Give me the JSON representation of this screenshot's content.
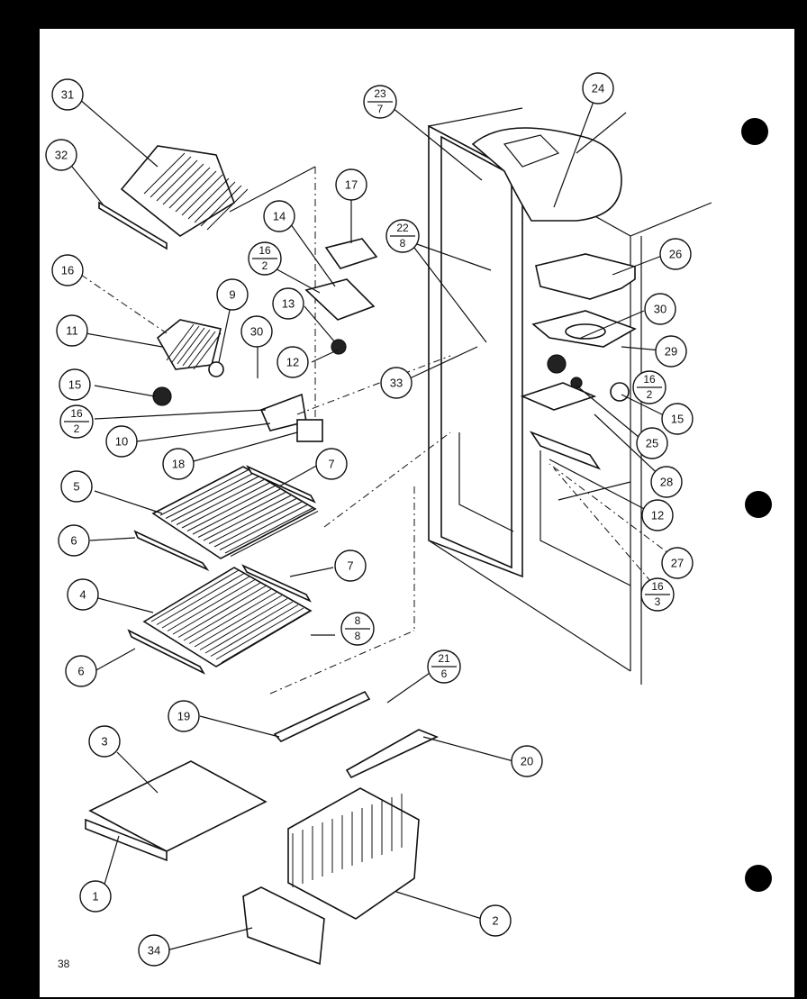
{
  "page_number": "38",
  "callouts": [
    {
      "id": "c31",
      "label": "31"
    },
    {
      "id": "c32",
      "label": "32"
    },
    {
      "id": "c16a",
      "label": "16"
    },
    {
      "id": "c11",
      "label": "11"
    },
    {
      "id": "c9",
      "label": "9"
    },
    {
      "id": "c30a",
      "label": "30"
    },
    {
      "id": "c15a",
      "label": "15"
    },
    {
      "id": "c10",
      "label": "10"
    },
    {
      "id": "c18",
      "label": "18"
    },
    {
      "id": "c17",
      "label": "17"
    },
    {
      "id": "c14",
      "label": "14"
    },
    {
      "id": "c13",
      "label": "13"
    },
    {
      "id": "c12a",
      "label": "12"
    },
    {
      "id": "c33",
      "label": "33"
    },
    {
      "id": "c24",
      "label": "24"
    },
    {
      "id": "c26",
      "label": "26"
    },
    {
      "id": "c30b",
      "label": "30"
    },
    {
      "id": "c29",
      "label": "29"
    },
    {
      "id": "c15b",
      "label": "15"
    },
    {
      "id": "c25",
      "label": "25"
    },
    {
      "id": "c28",
      "label": "28"
    },
    {
      "id": "c12b",
      "label": "12"
    },
    {
      "id": "c27",
      "label": "27"
    },
    {
      "id": "c5",
      "label": "5"
    },
    {
      "id": "c7a",
      "label": "7"
    },
    {
      "id": "c6a",
      "label": "6"
    },
    {
      "id": "c4",
      "label": "4"
    },
    {
      "id": "c7b",
      "label": "7"
    },
    {
      "id": "c6b",
      "label": "6"
    },
    {
      "id": "c19",
      "label": "19"
    },
    {
      "id": "c20",
      "label": "20"
    },
    {
      "id": "c3",
      "label": "3"
    },
    {
      "id": "c1",
      "label": "1"
    },
    {
      "id": "c2",
      "label": "2"
    },
    {
      "id": "c34",
      "label": "34"
    }
  ],
  "fractions": [
    {
      "id": "f23",
      "top": "23",
      "bottom": "7"
    },
    {
      "id": "f22",
      "top": "22",
      "bottom": "8"
    },
    {
      "id": "f16a",
      "top": "16",
      "bottom": "2"
    },
    {
      "id": "f16b",
      "top": "16",
      "bottom": "2"
    },
    {
      "id": "f16c",
      "top": "16",
      "bottom": "2"
    },
    {
      "id": "f16d",
      "top": "16",
      "bottom": "3"
    },
    {
      "id": "f8",
      "top": "8",
      "bottom": "8"
    },
    {
      "id": "f21",
      "top": "21",
      "bottom": "6"
    }
  ]
}
